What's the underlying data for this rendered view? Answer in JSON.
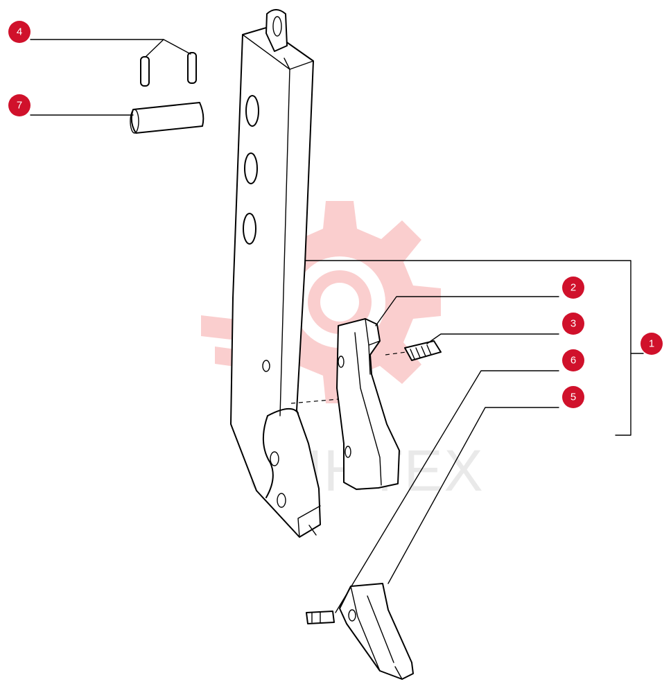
{
  "watermark": {
    "text": "JUHTEX",
    "gear_color": "#f6a7a7",
    "text_color": "#cfcfcf"
  },
  "callouts": [
    {
      "id": "c1",
      "label": "1",
      "part": "ripper-shank"
    },
    {
      "id": "c2",
      "label": "2",
      "part": "shank-protector"
    },
    {
      "id": "c3",
      "label": "3",
      "part": "protector-pin"
    },
    {
      "id": "c4",
      "label": "4",
      "part": "roll-pins"
    },
    {
      "id": "c5",
      "label": "5",
      "part": "ripper-tip"
    },
    {
      "id": "c6",
      "label": "6",
      "part": "tip-pin"
    },
    {
      "id": "c7",
      "label": "7",
      "part": "shank-pin"
    }
  ],
  "colors": {
    "callout": "#d0112b",
    "line": "#000000",
    "background": "#ffffff"
  }
}
